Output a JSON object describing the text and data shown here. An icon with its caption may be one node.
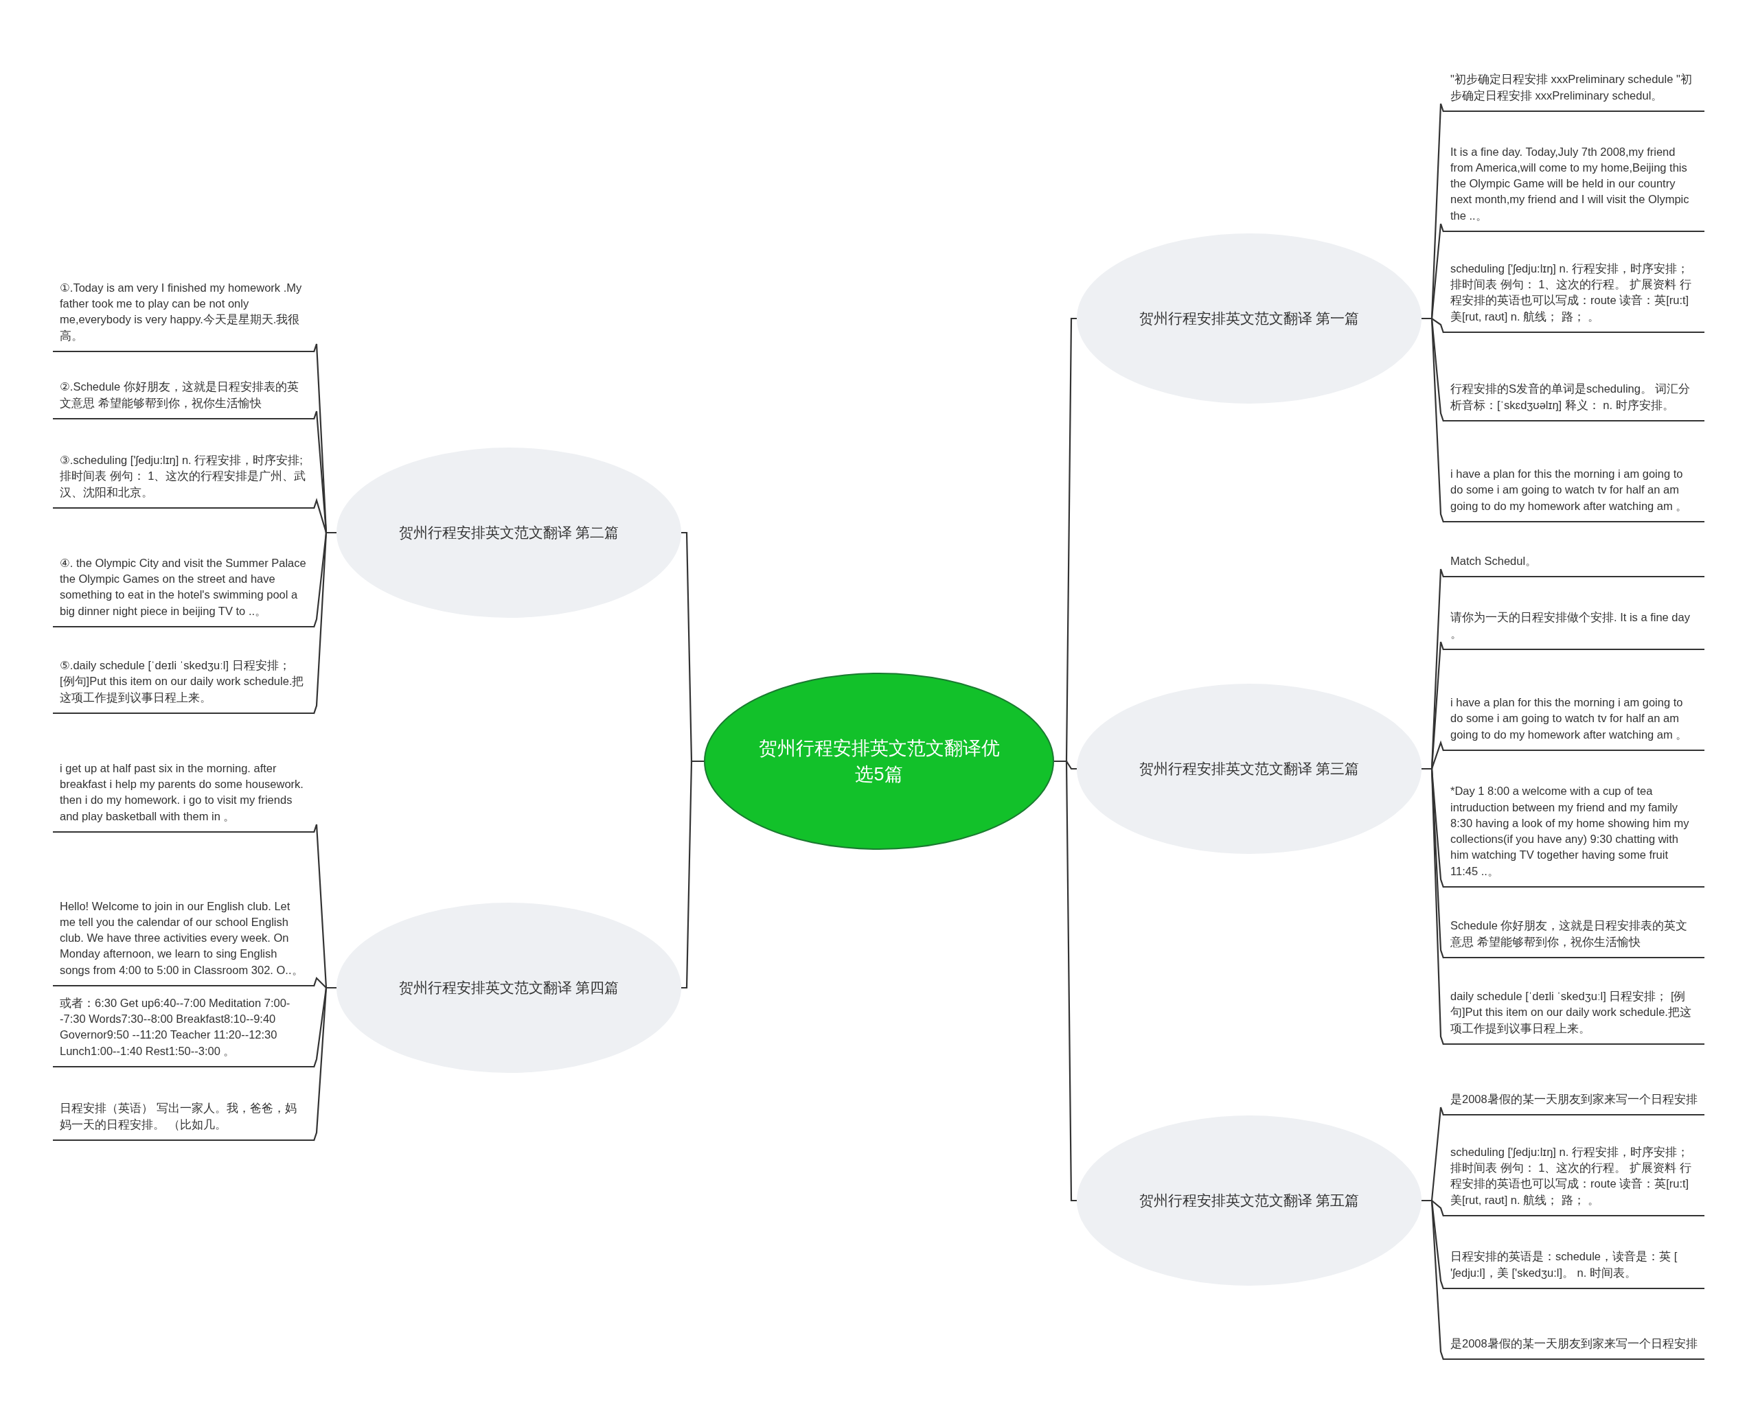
{
  "diagram": {
    "nodes": [
      {
        "text": [
          "贺州行程安排英文范文翻译优选5篇"
        ]
      },
      {
        "text": [
          "贺州行程安排英文范文翻译 第一篇"
        ]
      },
      {
        "text": [
          "\"初步确定日程安排 xxxPreliminary schedule \"初步确定日程安排 xxxPreliminary schedul。"
        ]
      },
      {
        "text": [
          "It is a fine day. Today,July 7th 2008,my friend  from America,will come to my home,Beijing this  the Olympic Game will be held in our country next month,my friend and I will visit the Olympic  the ..。"
        ]
      },
      {
        "text": [
          "scheduling ['ʃedju:lɪŋ] n. 行程安排，时序安排；排时间表 例句： 1、这次的行程。 扩展资料 行程安排的英语也可以写成：route 读音：英[ru:t] 美[rut, raʊt] n. 航线； 路； 。"
        ]
      },
      {
        "text": [
          "行程安排的S发音的单词是scheduling。 词汇分析音标：[ˈskɛdʒʊəlɪŋ] 释义： n. 时序安排。"
        ]
      },
      {
        "text": [
          "i have a plan for this  the morning i am going to do some  i am going to watch tv  for half an  am going to do my homework after watching  am 。"
        ]
      },
      {
        "text": [
          "贺州行程安排英文范文翻译 第二篇"
        ]
      },
      {
        "text": [
          "①.Today is  am very  I finished my homework .My father took me to  play can be  not only me,everybody is very happy.今天是星期天.我很高。"
        ]
      },
      {
        "text": [
          "②.Schedule 你好朋友，这就是日程安排表的英文意思 希望能够帮到你，祝你生活愉快"
        ]
      },
      {
        "text": [
          "③.scheduling ['ʃedju:lɪŋ] n. 行程安排，时序安排;排时间表 例句： 1、这次的行程安排是广州、武汉、沈阳和北京。"
        ]
      },
      {
        "text": [
          "④. the Olympic City and visit the Summer  Palace  the Olympic Games  on the street and have something to eat  in the hotel's swimming pool  a big dinner night piece in beijing  TV  to ..。"
        ]
      },
      {
        "text": [
          "⑤.daily schedule [ˈdeɪli ˈskedʒuːl] 日程安排； [例句]Put this item on our daily work schedule.把这项工作提到议事日程上来。"
        ]
      },
      {
        "text": [
          "贺州行程安排英文范文翻译 第三篇"
        ]
      },
      {
        "text": [
          "Match Schedul。"
        ]
      },
      {
        "text": [
          "请你为一天的日程安排做个安排. It is a fine day 。"
        ]
      },
      {
        "text": [
          "i have a plan for this  the morning i am going to do some  i am going to watch tv  for half an  am going to do my homework after watching  am 。"
        ]
      },
      {
        "text": [
          "*Day 1 8:00 a welcome with a cup of tea intruduction between my friend and my family 8:30 having a look of my home showing him my collections(if you have any) 9:30 chatting with him watching TV together having some fruit 11:45 ..。"
        ]
      },
      {
        "text": [
          "Schedule 你好朋友，这就是日程安排表的英文意思 希望能够帮到你，祝你生活愉快"
        ]
      },
      {
        "text": [
          "daily schedule [ˈdeɪli ˈskedʒuːl] 日程安排； [例句]Put this item on our daily work schedule.把这项工作提到议事日程上来。"
        ]
      },
      {
        "text": [
          "贺州行程安排英文范文翻译 第四篇"
        ]
      },
      {
        "text": [
          "i get up at half past six in the morning. after breakfast i help my parents do some housework. then i do my homework. i go to visit my friends and play basketball with them in 。"
        ]
      },
      {
        "text": [
          "Hello! Welcome to join in our English club. Let me tell you the calendar of our school English club. We have three activities every week. On Monday afternoon, we learn to sing English songs  from 4:00 to 5:00 in Classroom 302. O..。"
        ]
      },
      {
        "text": [
          "或者：6:30 Get up6:40--7:00 Meditation 7:00--7:30 Words7:30--8:00 Breakfast8:10--9:40 Governor9:50 --11:20 Teacher 11:20--12:30 Lunch1:00--1:40 Rest1:50--3:00 。"
        ]
      },
      {
        "text": [
          "日程安排（英语） 写出一家人。我，爸爸，妈妈一天的日程安排。 （比如几。"
        ]
      },
      {
        "text": [
          "贺州行程安排英文范文翻译 第五篇"
        ]
      },
      {
        "text": [
          "是2008暑假的某一天朋友到家来写一个日程安排"
        ]
      },
      {
        "text": [
          "scheduling ['ʃedju:lɪŋ] n. 行程安排，时序安排；排时间表 例句： 1、这次的行程。 扩展资料 行程安排的英语也可以写成：route 读音：英[ru:t] 美[rut, raʊt] n. 航线； 路； 。"
        ]
      },
      {
        "text": [
          "日程安排的英语是：schedule，读音是：英 [ 'ʃedju:l]，美 ['skedʒu:l]。 n. 时间表。"
        ]
      },
      {
        "text": [
          "是2008暑假的某一天朋友到家来写一个日程安排"
        ]
      }
    ],
    "edges": [
      {
        "from": 0,
        "to": 1,
        "arrow": "none"
      },
      {
        "from": 0,
        "to": 7,
        "arrow": "none"
      },
      {
        "from": 0,
        "to": 13,
        "arrow": "none"
      },
      {
        "from": 0,
        "to": 20,
        "arrow": "none"
      },
      {
        "from": 0,
        "to": 25,
        "arrow": "none"
      },
      {
        "from": 1,
        "to": 2,
        "arrow": "none"
      },
      {
        "from": 1,
        "to": 3,
        "arrow": "none"
      },
      {
        "from": 1,
        "to": 4,
        "arrow": "none"
      },
      {
        "from": 1,
        "to": 5,
        "arrow": "none"
      },
      {
        "from": 1,
        "to": 6,
        "arrow": "none"
      },
      {
        "from": 7,
        "to": 8,
        "arrow": "none"
      },
      {
        "from": 7,
        "to": 9,
        "arrow": "none"
      },
      {
        "from": 7,
        "to": 10,
        "arrow": "none"
      },
      {
        "from": 7,
        "to": 11,
        "arrow": "none"
      },
      {
        "from": 7,
        "to": 12,
        "arrow": "none"
      },
      {
        "from": 13,
        "to": 14,
        "arrow": "none"
      },
      {
        "from": 13,
        "to": 15,
        "arrow": "none"
      },
      {
        "from": 13,
        "to": 16,
        "arrow": "none"
      },
      {
        "from": 13,
        "to": 17,
        "arrow": "none"
      },
      {
        "from": 13,
        "to": 18,
        "arrow": "none"
      },
      {
        "from": 13,
        "to": 19,
        "arrow": "none"
      },
      {
        "from": 20,
        "to": 21,
        "arrow": "none"
      },
      {
        "from": 20,
        "to": 22,
        "arrow": "none"
      },
      {
        "from": 20,
        "to": 23,
        "arrow": "none"
      },
      {
        "from": 20,
        "to": 24,
        "arrow": "none"
      },
      {
        "from": 25,
        "to": 26,
        "arrow": "none"
      },
      {
        "from": 25,
        "to": 27,
        "arrow": "none"
      },
      {
        "from": 25,
        "to": 28,
        "arrow": "none"
      },
      {
        "from": 25,
        "to": 29,
        "arrow": "none"
      }
    ]
  }
}
